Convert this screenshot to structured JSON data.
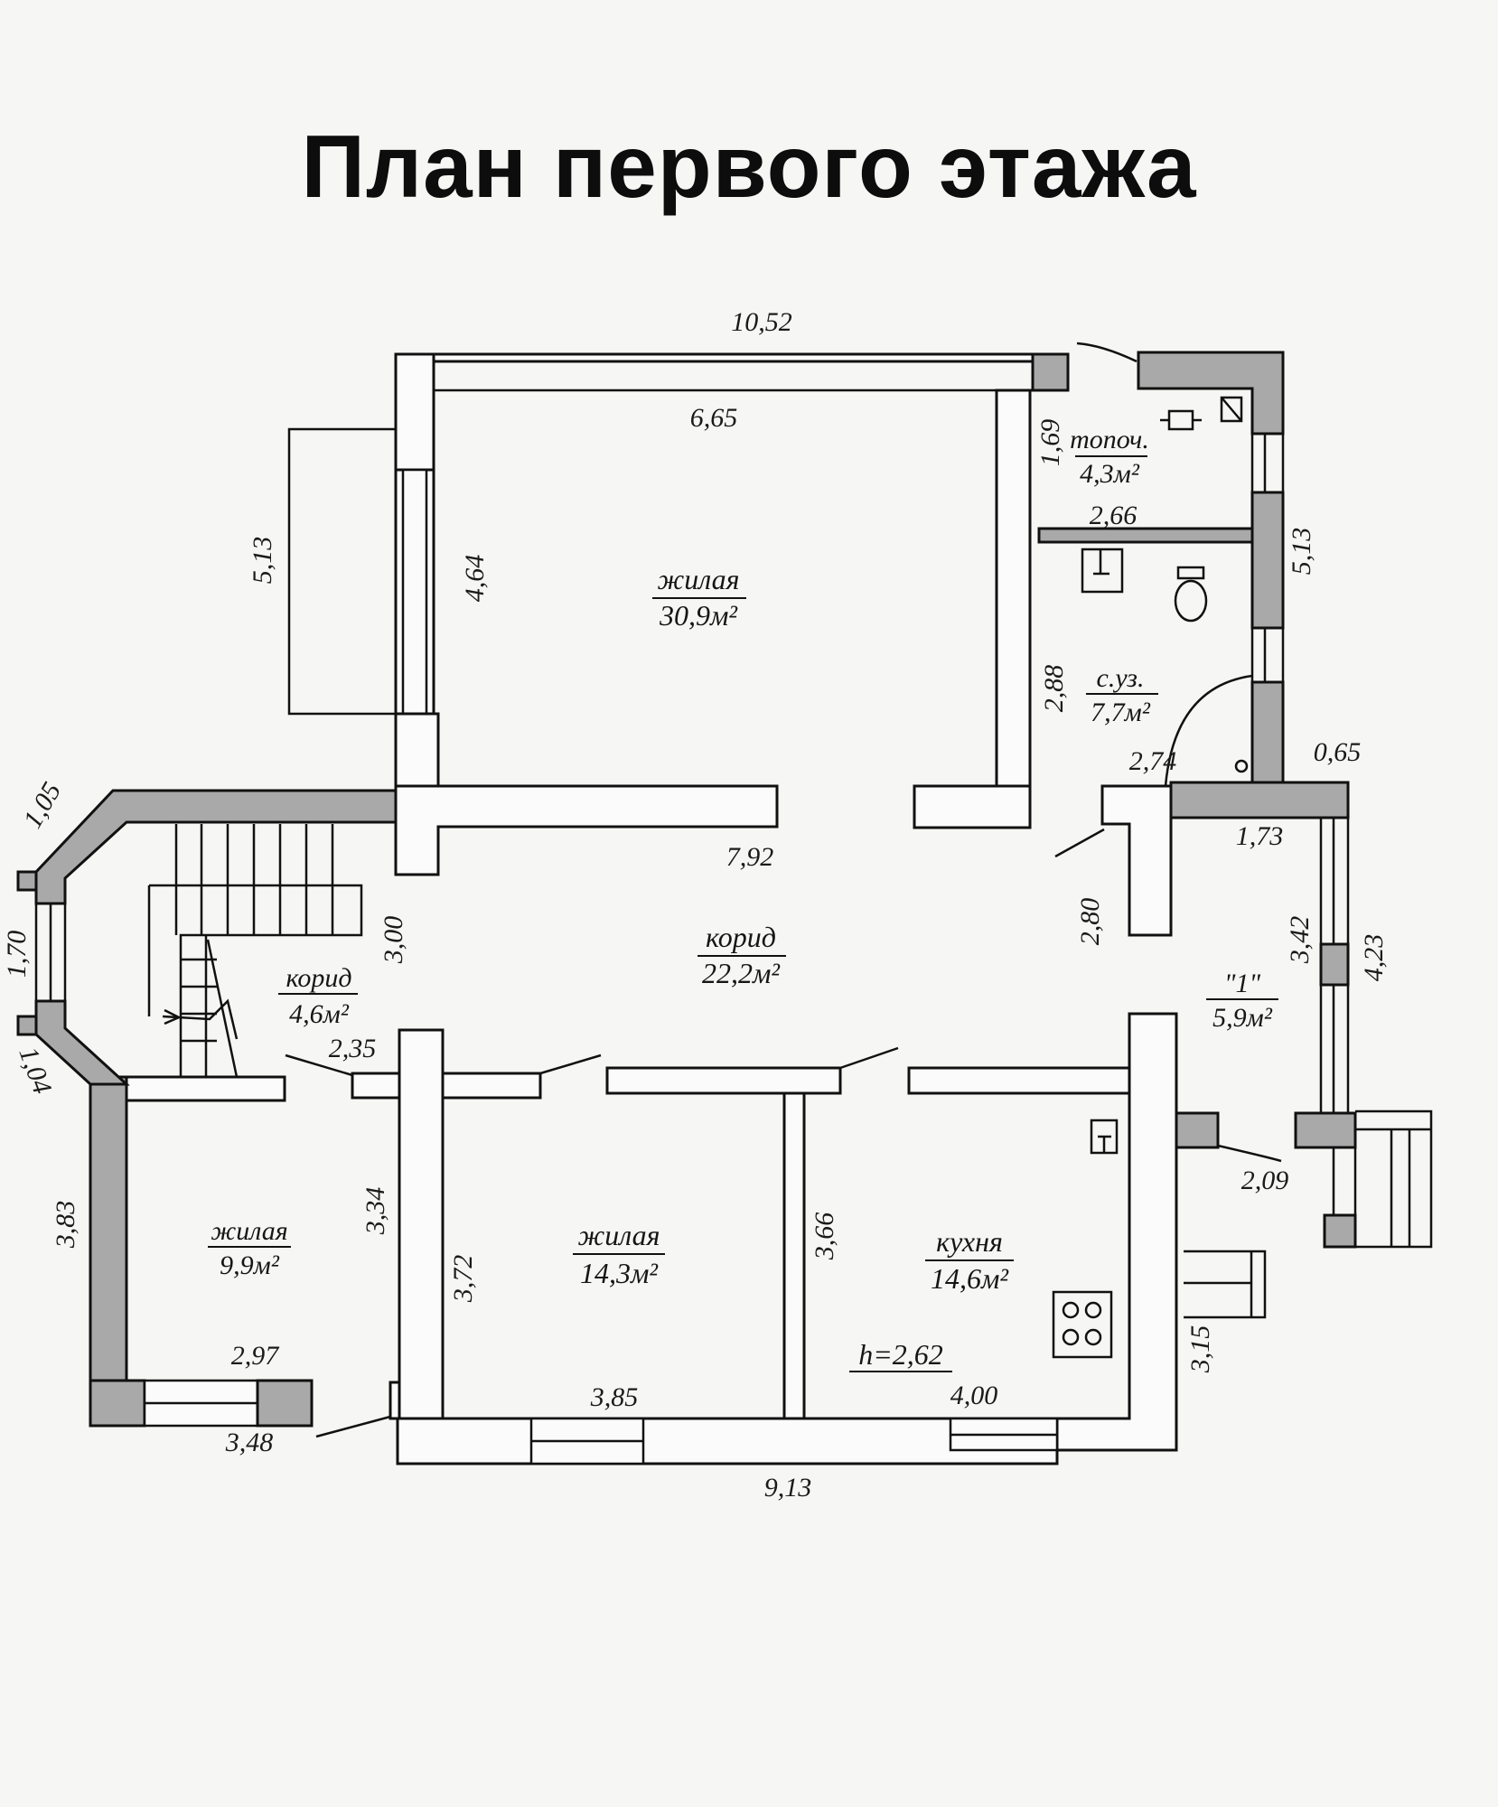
{
  "title": "План первого этажа",
  "rooms": [
    {
      "name": "жилая",
      "area": "30,9м²"
    },
    {
      "name": "топоч.",
      "area": "4,3м²"
    },
    {
      "name": "с.уз.",
      "area": "7,7м²"
    },
    {
      "name": "корид",
      "area": "22,2м²"
    },
    {
      "name": "корид",
      "area": "4,6м²"
    },
    {
      "name": "\"1\"",
      "area": "5,9м²"
    },
    {
      "name": "жилая",
      "area": "9,9м²"
    },
    {
      "name": "жилая",
      "area": "14,3м²"
    },
    {
      "name": "кухня",
      "area": "14,6м²"
    }
  ],
  "ceiling_height": "h=2,62",
  "dimensions": {
    "top_overall": "10,52",
    "top_inner": "6,65",
    "left_porch": "5,13",
    "living_height": "4,64",
    "boiler_height": "1,69",
    "boiler_width": "2,66",
    "right_upper": "5,13",
    "bath_height": "2,88",
    "bath_width": "2,74",
    "wall_0_65": "0,65",
    "vest_width": "1,73",
    "corridor_width": "7,92",
    "corridor_height": "3,00",
    "corridor_right": "2,80",
    "vest_inner": "3,42",
    "vest_outer": "4,23",
    "bay_top": "1,05",
    "bay_mid": "1,70",
    "bay_bottom": "1,04",
    "small_corridor": "2,35",
    "step_2_09": "2,09",
    "left_room_height": "3,83",
    "room1_height": "3,34",
    "room2_height": "3,72",
    "kitchen_left": "3,66",
    "right_lower": "3,15",
    "room1_inner": "2,97",
    "room1_outer": "3,48",
    "room2_width": "3,85",
    "kitchen_width": "4,00",
    "bottom_overall": "9,13"
  }
}
